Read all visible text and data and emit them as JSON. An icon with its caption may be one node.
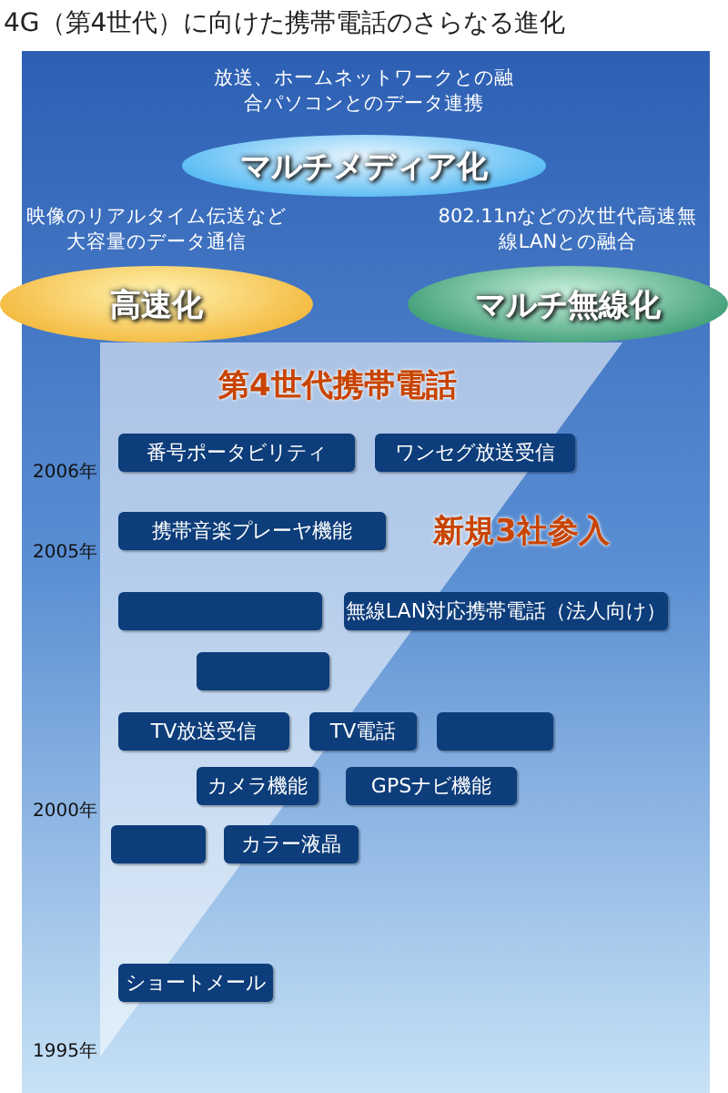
{
  "diagram": {
    "title": "4G（第4世代）に向けた携帯電話のさらなる進化",
    "nodes": [
      {
        "text": [
          "マルチメディア化"
        ],
        "beside": [
          "放送、ホームネットワークとの融合パソコンとのデータ連携"
        ]
      },
      {
        "text": [
          "高速化"
        ],
        "beside": [
          "映像のリアルタイム伝送など大容量のデータ通信"
        ]
      },
      {
        "text": [
          "マルチ無線化"
        ],
        "beside": [
          "802.11nなどの次世代高速無線LANとの融合"
        ]
      },
      {
        "text": [
          "番号ポータビリティ"
        ]
      },
      {
        "text": [
          "ワンセグ放送受信"
        ]
      },
      {
        "text": [
          "携帯音楽プレーヤ機能"
        ]
      },
      {
        "text": [],
        "shape": "box"
      },
      {
        "text": [
          "無線LAN対応携帯電話（法人向け）"
        ]
      },
      {
        "text": [],
        "shape": "box"
      },
      {
        "text": [
          "TV放送受信"
        ]
      },
      {
        "text": [
          "TV電話"
        ]
      },
      {
        "text": [],
        "shape": "box"
      },
      {
        "text": [
          "カメラ機能"
        ]
      },
      {
        "text": [
          "GPSナビ機能"
        ]
      },
      {
        "text": [],
        "shape": "box"
      },
      {
        "text": [
          "カラー液晶"
        ]
      },
      {
        "text": [
          "ショートメール"
        ]
      }
    ],
    "edges": [],
    "labels": [
      "第4世代携帯電話",
      "2006年",
      "2005年",
      "新規3社参入",
      "2000年",
      "1995年"
    ]
  }
}
